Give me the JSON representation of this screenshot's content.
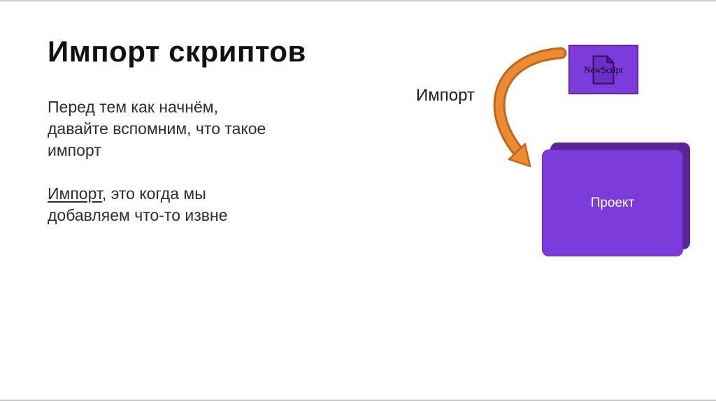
{
  "slide": {
    "title": "Импорт скриптов",
    "intro": "Перед тем как начнём,\nдавайте вспомним, что такое\nимпорт",
    "definition": {
      "term": "Импорт",
      "rest": ", это когда мы\nдобавляем что-то извне"
    },
    "diagram": {
      "arrow_label": "Импорт",
      "script_box_label": "NewScript",
      "project_box_label": "Проект"
    },
    "colors": {
      "purple": "#7d3bdc",
      "purple_dark": "#5b2596",
      "orange": "#ec8b33",
      "orange_outline": "#c2661a"
    }
  }
}
